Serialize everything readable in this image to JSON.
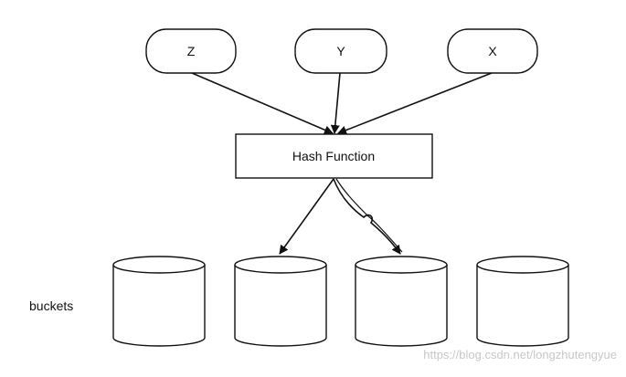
{
  "diagram": {
    "inputs": [
      {
        "label": "Z"
      },
      {
        "label": "Y"
      },
      {
        "label": "X"
      }
    ],
    "hash_function": {
      "label": "Hash Function"
    },
    "buckets_label": "buckets",
    "buckets": [
      {},
      {},
      {},
      {}
    ],
    "watermark": "https://blog.csdn.net/longzhutengyue"
  }
}
